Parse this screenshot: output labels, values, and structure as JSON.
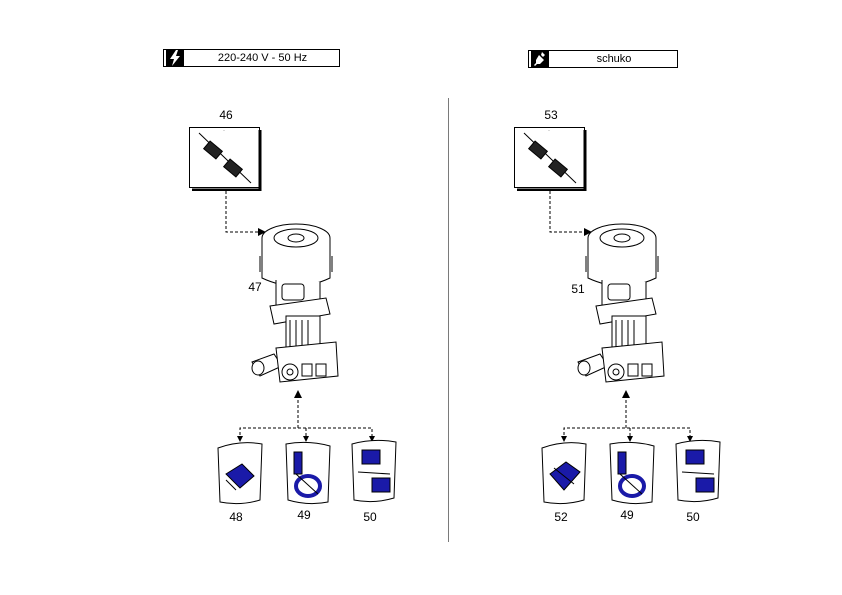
{
  "left_panel": {
    "header": {
      "icon": "lightning-icon",
      "label": "220-240 V - 50 Hz"
    },
    "parts": {
      "top_kit": "46",
      "pump": "47",
      "kit_a": "48",
      "kit_b": "49",
      "kit_c": "50"
    }
  },
  "right_panel": {
    "header": {
      "icon": "plug-icon",
      "label": "schuko"
    },
    "parts": {
      "top_kit": "53",
      "pump": "51",
      "kit_a": "52",
      "kit_b": "49",
      "kit_c": "50"
    }
  },
  "colors": {
    "bag_fill": "#1a1aa8",
    "line": "#000000"
  }
}
